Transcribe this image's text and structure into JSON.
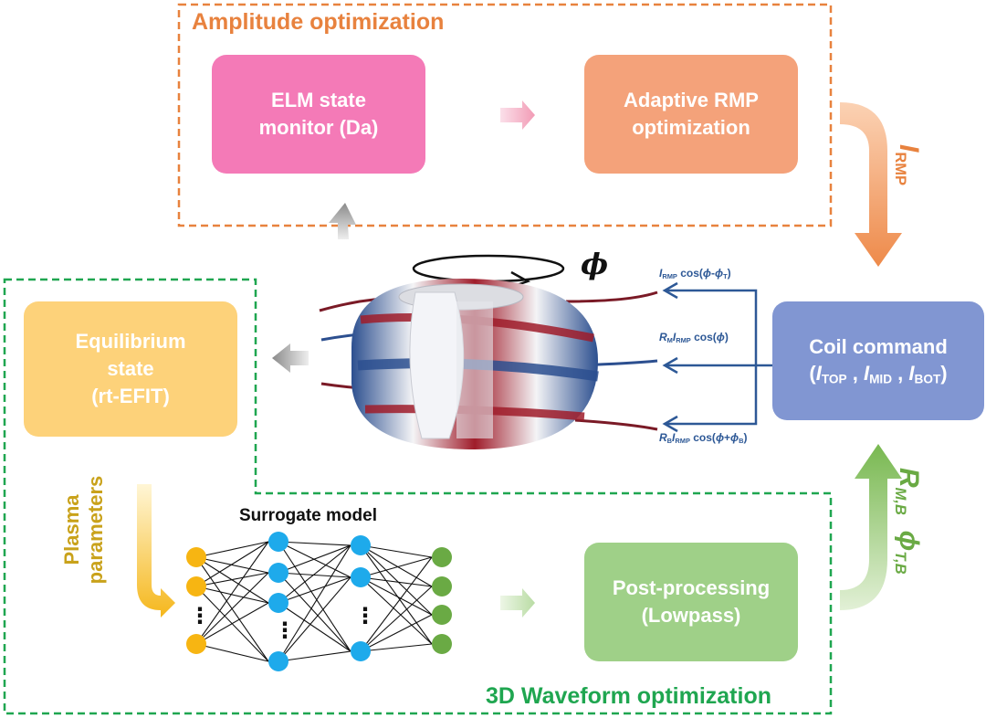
{
  "regions": {
    "amplitude_title": "Amplitude optimization",
    "waveform_title": "3D Waveform optimization"
  },
  "boxes": {
    "elm": {
      "line1": "ELM state",
      "line2": "monitor (Da)"
    },
    "adaptive": {
      "line1": "Adaptive RMP",
      "line2": "optimization"
    },
    "equilibrium": {
      "line1": "Equilibrium",
      "line2": "state",
      "line3": "(rt-EFIT)"
    },
    "coil": {
      "line1": "Coil command",
      "open": "(",
      "i1": "I",
      "s1": "TOP",
      "c1": " , ",
      "i2": "I",
      "s2": "MID",
      "c2": " , ",
      "i3": "I",
      "s3": "BOT",
      "close": ")"
    },
    "post": {
      "line1": "Post-processing",
      "line2": "(Lowpass)"
    }
  },
  "labels": {
    "irmp_main": "I",
    "irmp_sub": "RMP",
    "rmb_main": "R",
    "rmb_sub": "M,B",
    "phitb_main": "ϕ",
    "phitb_sub": "T,B",
    "phi": "ϕ",
    "plasma_line1": "Plasma",
    "plasma_line2": "parameters",
    "surrogate": "Surrogate model",
    "dots": "⋮"
  },
  "equations": {
    "eq1": {
      "a": "I",
      "a_sub": "RMP",
      "b": " cos(",
      "c": "ϕ",
      "d": "-",
      "e": "ϕ",
      "e_sub": "T",
      "f": ")"
    },
    "eq2": {
      "a": "R",
      "a_sub": "M",
      "b": "I",
      "b_sub": "RMP",
      "c": " cos(",
      "d": "ϕ",
      "e": ")"
    },
    "eq3": {
      "a": "R",
      "a_sub": "B",
      "b": "I",
      "b_sub": "RMP",
      "c": " cos(",
      "d": "ϕ",
      "e": "+",
      "f": "ϕ",
      "f_sub": "B",
      "g": ")"
    }
  },
  "colors": {
    "amplitude": "#e8823e",
    "waveform": "#1fa650",
    "elm_box": "#f47ab7",
    "adaptive_box": "#f4a27a",
    "equilibrium_box": "#fdd27a",
    "coil_box": "#8196d2",
    "post_box": "#9fd088",
    "eq_blue": "#2d5896",
    "nn_yellow": "#f7b512",
    "nn_blue": "#1eaaeb",
    "nn_green": "#6aaa44",
    "plasma_text": "#c9a21b"
  }
}
